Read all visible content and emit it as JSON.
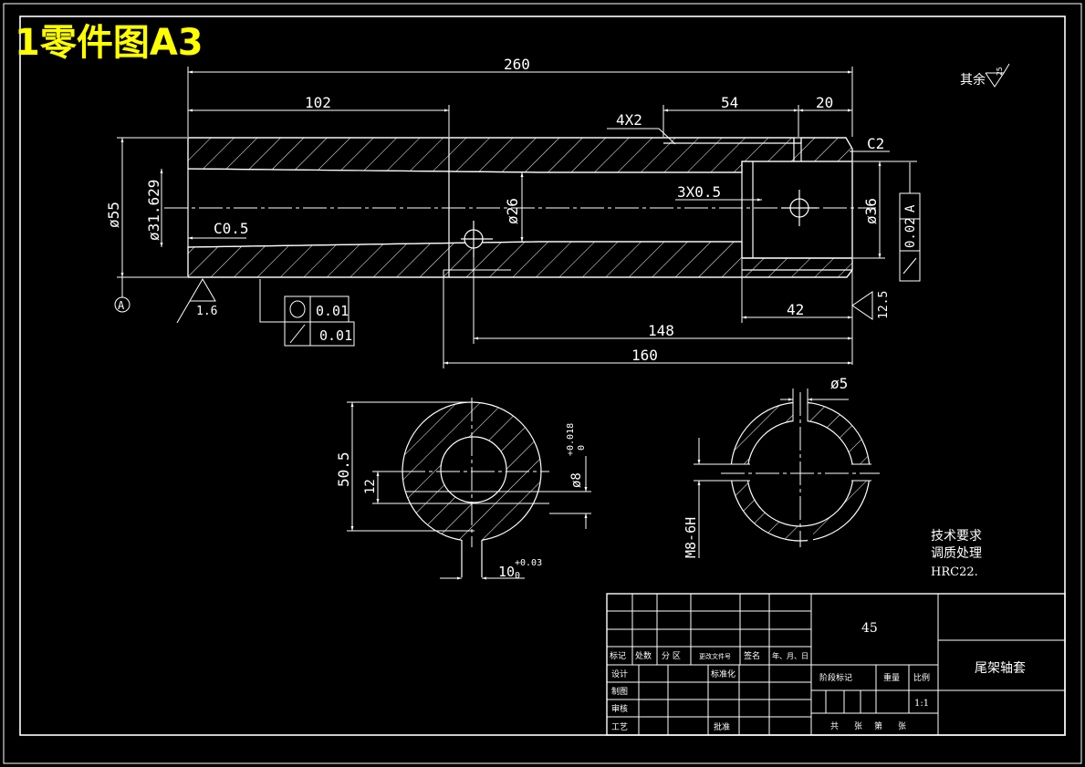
{
  "sheet_title": "1零件图A3",
  "dimensions": {
    "overall_length": "260",
    "left_length": "102",
    "keyway_length": "54",
    "right_length": "20",
    "groove_spec": "4X2",
    "chamfer_right": "C2",
    "chamfer_left": "C0.5",
    "outer_diameter": "ø55",
    "taper_diameter": "ø31.629",
    "bore_diameter": "ø26",
    "counterbore_diameter": "ø36",
    "thread_spec": "3X0.5",
    "counterbore_depth": "42",
    "hole_position": "148",
    "step_length": "160",
    "section_height": "50.5",
    "slot_width": "12",
    "pin_hole": "ø8",
    "pin_hole_tol_upper": "+0.018",
    "pin_hole_tol_lower": "0",
    "keyway_width": "10",
    "keyway_tol_upper": "+0.03",
    "keyway_tol_lower": "0",
    "small_hole": "ø5",
    "thread_size": "M8-6H"
  },
  "tolerances": {
    "datum": "A",
    "roundness_value": "0.01",
    "runout_value": "0.01",
    "right_runout_value": "0.02",
    "right_runout_datum": "A"
  },
  "roughness": {
    "rest": "其余",
    "rest_value": "25",
    "left_value": "1.6",
    "right_value": "12.5"
  },
  "notes": {
    "heading": "技术要求",
    "line1": "调质处理",
    "line2": "HRC22."
  },
  "title_block": {
    "material": "45",
    "part_name": "尾架轴套",
    "scale": "1:1",
    "row_labels": {
      "mark": "标记",
      "count": "处数",
      "zone": "分 区",
      "doc": "更改文件号",
      "sign": "签名",
      "date": "年、月、日"
    },
    "roles": {
      "design": "设计",
      "standard": "标准化",
      "draw": "制图",
      "review": "审核",
      "process": "工艺",
      "approve": "批准"
    },
    "stage_mark": "阶段标记",
    "weight": "重量",
    "ratio": "比例",
    "total": "共",
    "sheets": "张",
    "no": "第"
  },
  "colors": {
    "background": "#000000",
    "line": "#ffffff",
    "title": "#ffff00"
  }
}
